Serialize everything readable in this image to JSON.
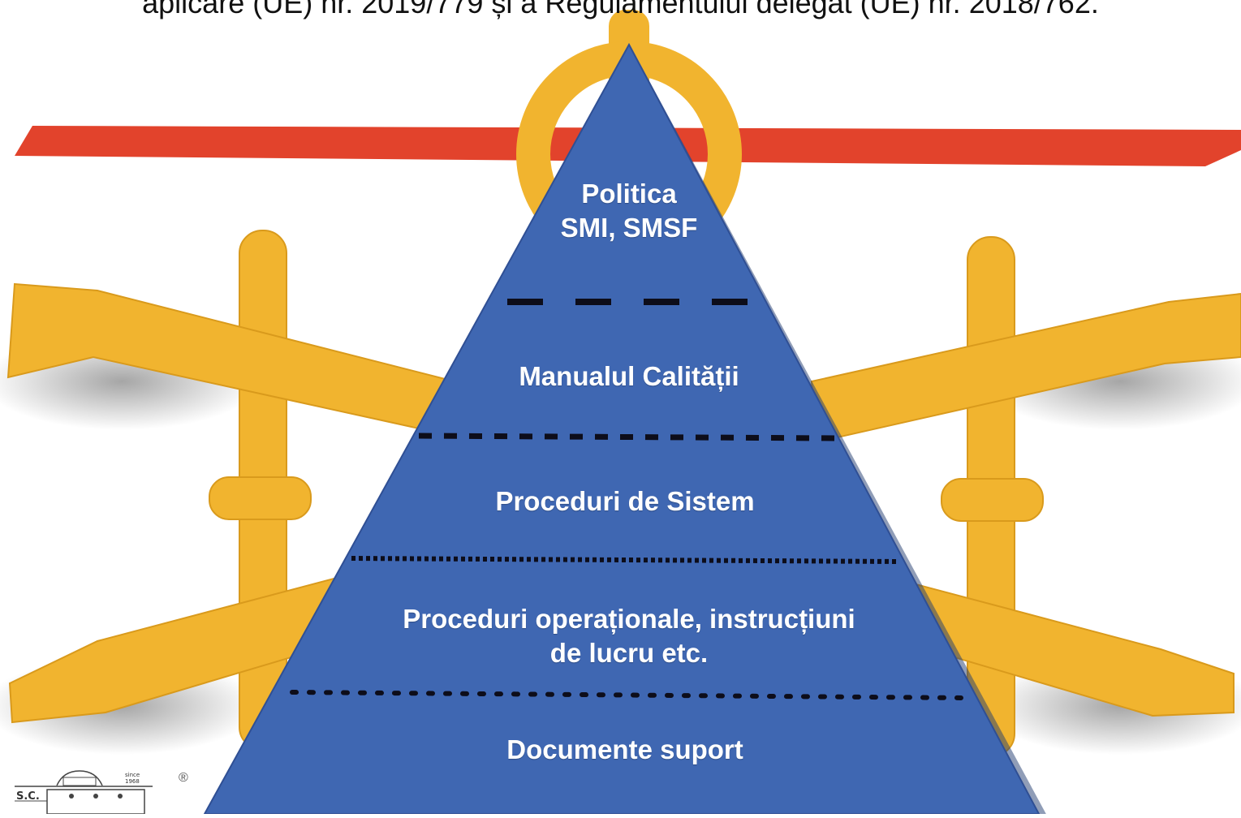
{
  "caption": "aplicare (UE) nr. 2019/779 și a Regulamentului delegat (UE) nr. 2018/762.",
  "pyramid": {
    "tiers": [
      {
        "lines": [
          "Politica",
          "SMI, SMSF"
        ]
      },
      {
        "lines": [
          "Manualul Calității"
        ]
      },
      {
        "lines": [
          "Proceduri de Sistem"
        ]
      },
      {
        "lines": [
          "Proceduri operaționale, instrucțiuni",
          "de lucru etc."
        ]
      },
      {
        "lines": [
          "Documente suport"
        ]
      }
    ]
  },
  "logo": {
    "letters": "S.C.",
    "since": "since 1968",
    "registered": "®"
  },
  "colors": {
    "pyramid_blue": "#3f67b2",
    "pyramid_blue_dark": "#2f4f94",
    "gold": "#f1b42f",
    "gold_dark": "#d99a1c",
    "red_bar": "#e2432c",
    "divider": "#0d0d1a"
  }
}
